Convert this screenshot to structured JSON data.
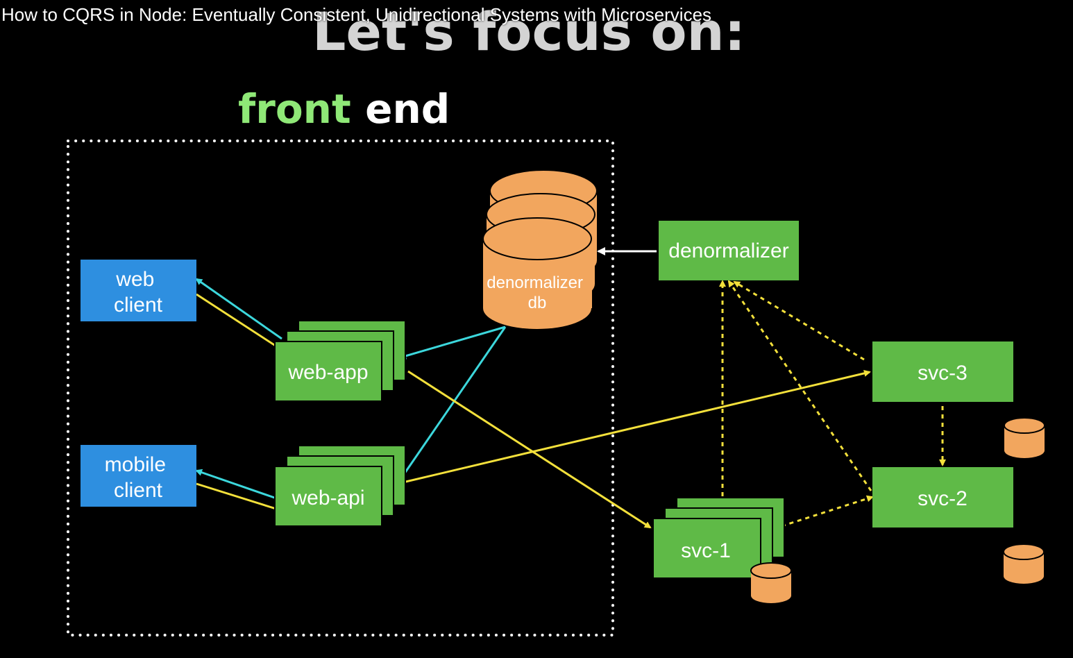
{
  "video_title": "How to CQRS in Node: Eventually Consistent, Unidirectional Systems with Microservices",
  "slide": {
    "heading": "Let's focus on:",
    "front_end_word1": "front",
    "front_end_word2": "end"
  },
  "nodes": {
    "web_client": [
      "web",
      "client"
    ],
    "mobile_client": [
      "mobile",
      "client"
    ],
    "web_app": "web-app",
    "web_api": "web-api",
    "denormalizer_db": [
      "denormalizer",
      "db"
    ],
    "denormalizer": "denormalizer",
    "svc_1": "svc-1",
    "svc_2": "svc-2",
    "svc_3": "svc-3"
  },
  "colors": {
    "background": "#000000",
    "client_blue": "#2e8fe0",
    "service_green": "#5fba47",
    "db_orange": "#f2a65e",
    "arrow_cyan": "#3cd7dc",
    "arrow_yellow": "#f3e03b",
    "arrow_white": "#ffffff",
    "boundary_dotted": "#ffffff"
  }
}
